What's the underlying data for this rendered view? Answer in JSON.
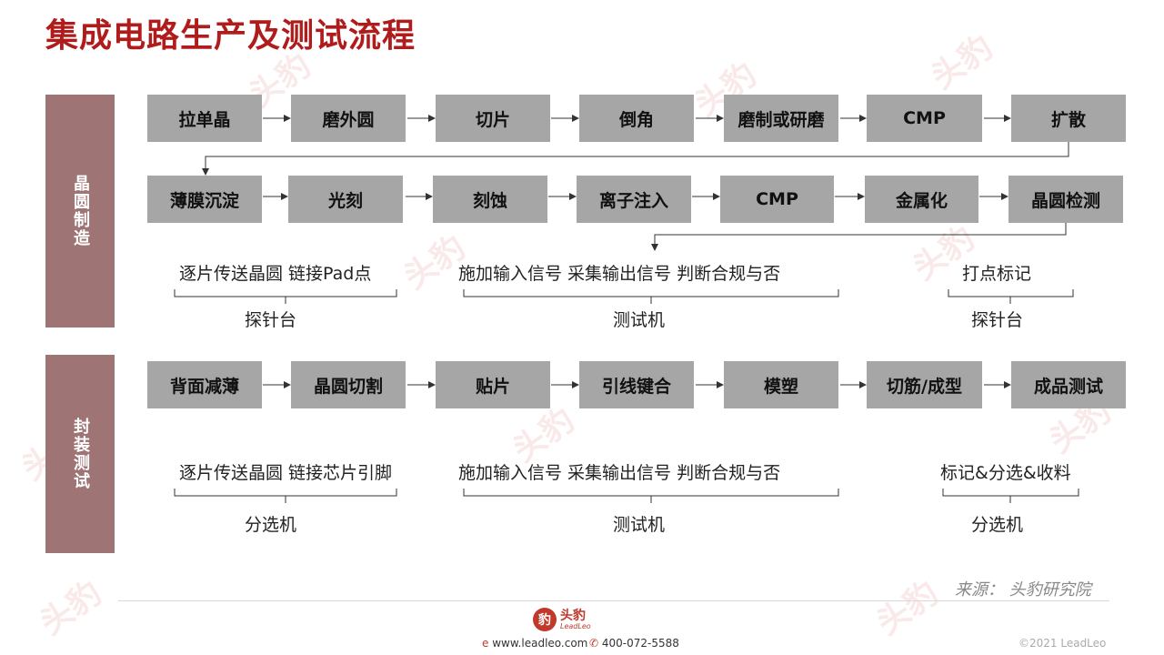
{
  "title": "集成电路生产及测试流程",
  "sections": {
    "wafer": "晶圆制造",
    "package": "封装测试"
  },
  "wafer_row1": [
    "拉单晶",
    "磨外圆",
    "切片",
    "倒角",
    "磨制或研磨",
    "CMP",
    "扩散"
  ],
  "wafer_row2": [
    "薄膜沉淀",
    "光刻",
    "刻蚀",
    "离子注入",
    "CMP",
    "金属化",
    "晶圆检测"
  ],
  "wafer_tests": {
    "g1_steps": "逐片传送晶圆  链接Pad点",
    "g1_machine": "探针台",
    "g2_steps": "施加输入信号  采集输出信号  判断合规与否",
    "g2_machine": "测试机",
    "g3_steps": "打点标记",
    "g3_machine": "探针台"
  },
  "package_row": [
    "背面减薄",
    "晶圆切割",
    "贴片",
    "引线键合",
    "模塑",
    "切筋/成型",
    "成品测试"
  ],
  "package_tests": {
    "g1_steps": "逐片传送晶圆 链接芯片引脚",
    "g1_machine": "分选机",
    "g2_steps": "施加输入信号  采集输出信号  判断合规与否",
    "g2_machine": "测试机",
    "g3_steps": "标记&分选&收料",
    "g3_machine": "分选机"
  },
  "source": "来源：  头豹研究院",
  "footer": {
    "logo_cn": "头豹",
    "logo_en": "LeadLeo",
    "website": "www.leadleo.com",
    "phone": "400-072-5588",
    "copyright": "©2021 LeadLeo"
  },
  "watermark": "头豹",
  "colors": {
    "title": "#b01c1c",
    "side_panel": "#9e7474",
    "step_box": "#a6a6a6"
  }
}
